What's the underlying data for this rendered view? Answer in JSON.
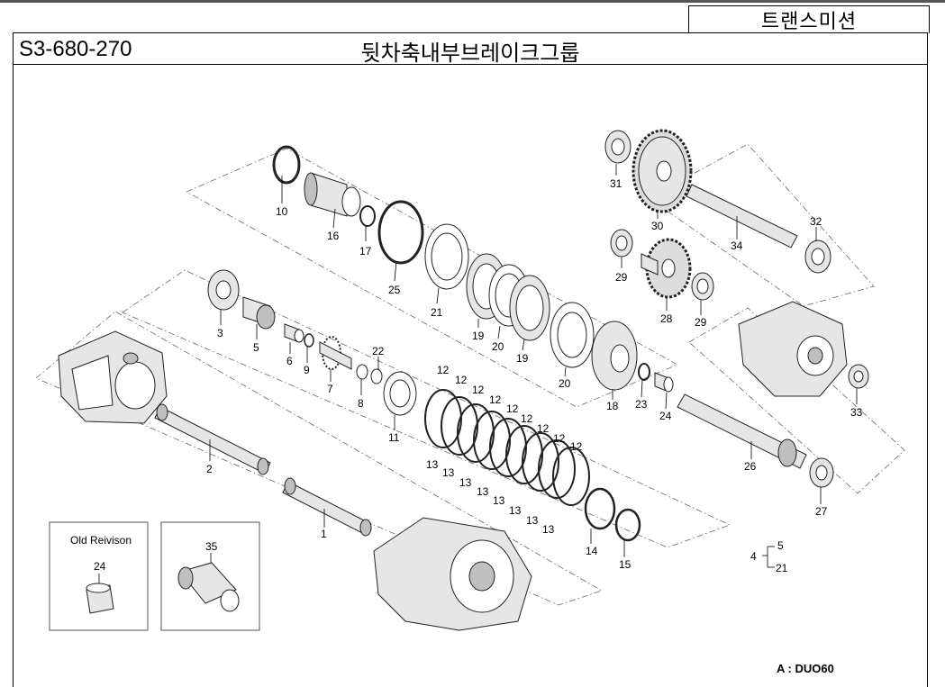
{
  "header": {
    "category": "트랜스미션",
    "code": "S3-680-270",
    "title": "뒷차축내부브레이크그룹"
  },
  "callouts": [
    "10",
    "16",
    "17",
    "25",
    "21",
    "19",
    "20",
    "19",
    "20",
    "18",
    "23",
    "24",
    "31",
    "30",
    "32",
    "34",
    "29",
    "28",
    "29",
    "33",
    "3",
    "5",
    "6",
    "9",
    "7",
    "22",
    "8",
    "11",
    "12",
    "12",
    "12",
    "12",
    "12",
    "12",
    "12",
    "12",
    "12",
    "13",
    "13",
    "13",
    "13",
    "13",
    "13",
    "13",
    "13",
    "2",
    "1",
    "14",
    "15",
    "26",
    "27"
  ],
  "legend": {
    "old_revision_label": "Old Reivison",
    "old_revision_part": "24",
    "new_part": "35",
    "assembly": "4",
    "assembly_parts": [
      "5",
      "21"
    ]
  },
  "footer_note": "A : DUO60"
}
